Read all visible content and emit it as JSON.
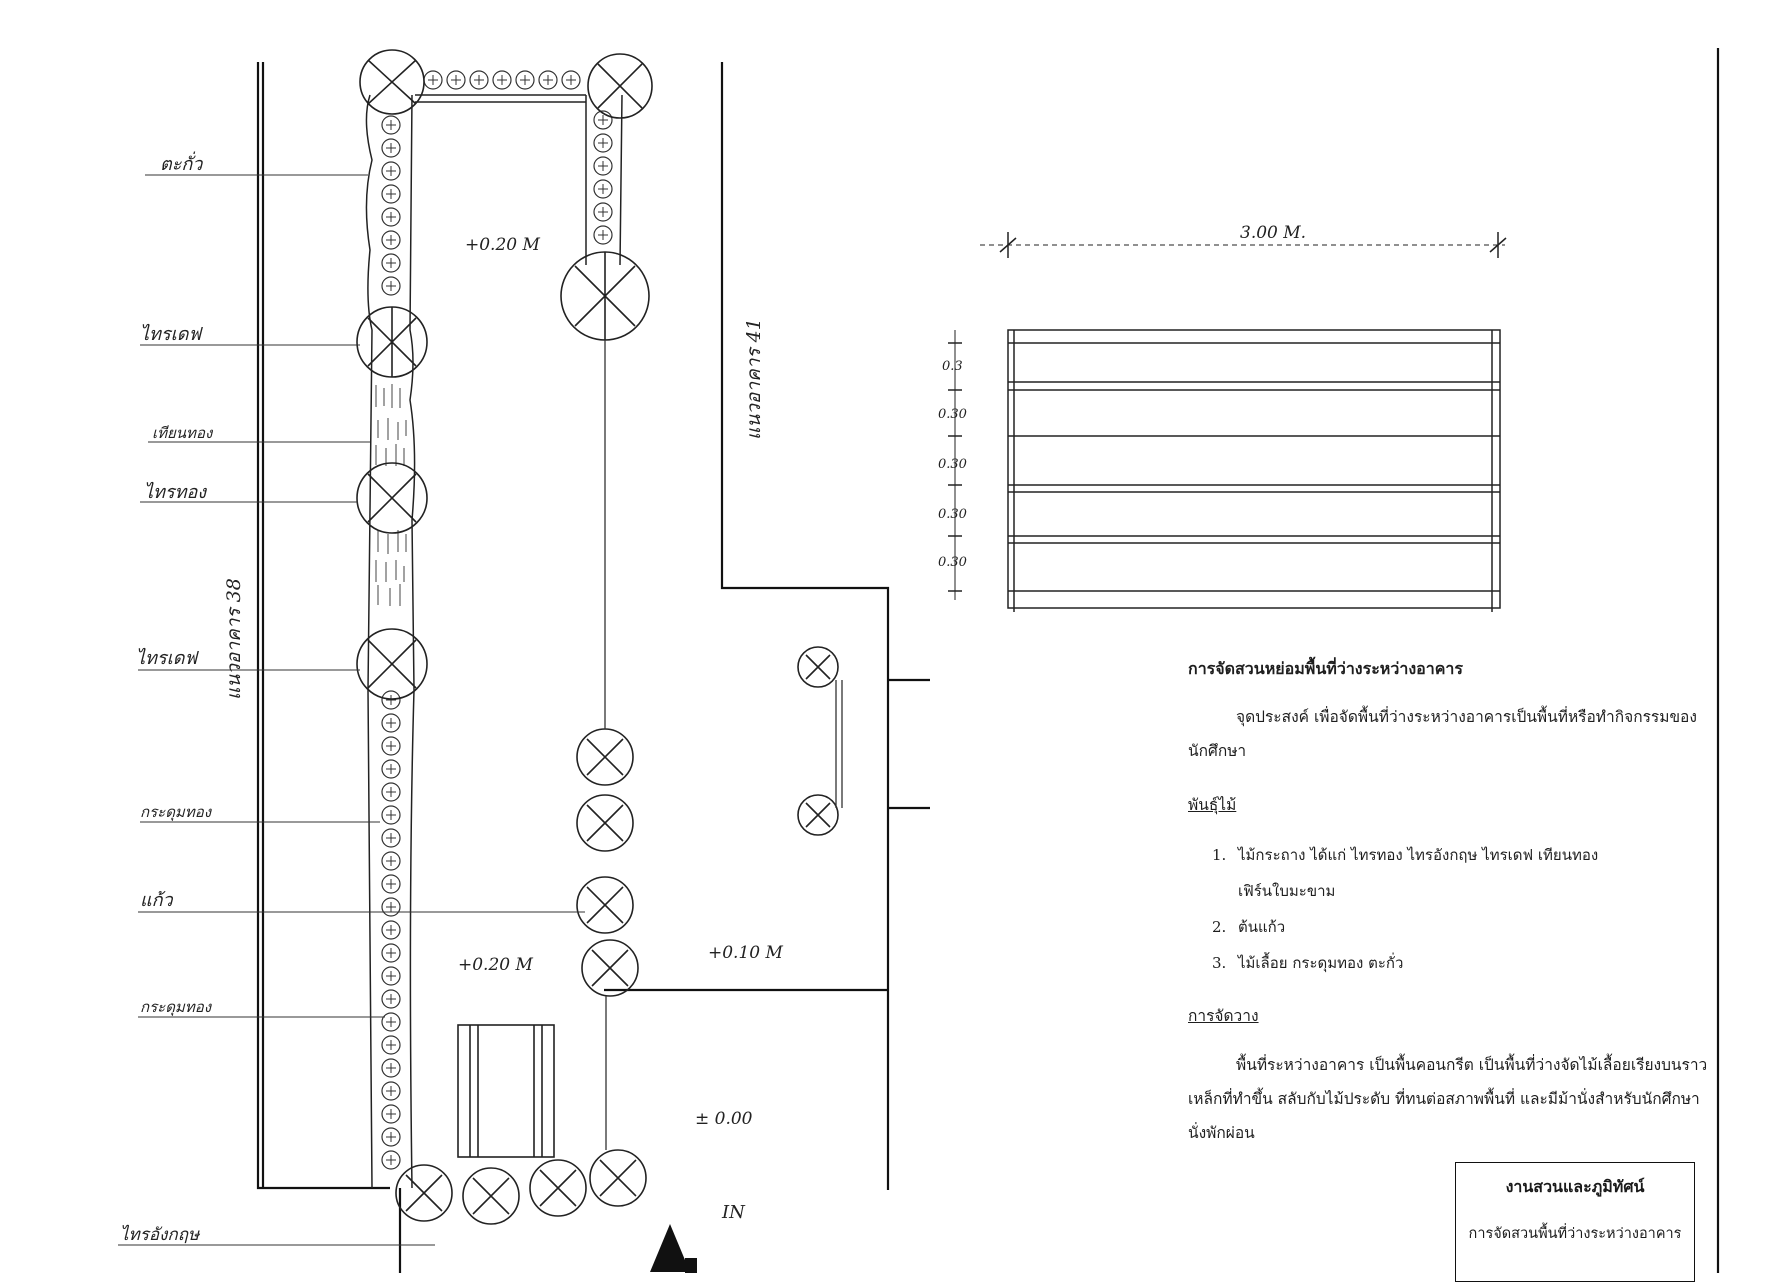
{
  "plan": {
    "labels": {
      "takua": "ตะกั่ว",
      "tridaep_1": "ไทรเดฟ",
      "thian_thong": "เทียนทอง",
      "trithong": "ไทรทอง",
      "tridaep_2": "ไทรเดฟ",
      "kradum_thong_1": "กระดุมทอง",
      "kaew": "แก้ว",
      "kradum_thong_2": "กระดุมทอง",
      "tri_angkrit": "ไทรอังกฤษ"
    },
    "building_38": "แนวอาคาร 38",
    "building_41": "แนวอาคาร 41",
    "levels": {
      "upper": "+0.20 M",
      "middle": "+0.20 M",
      "right": "+0.10 M",
      "ground": "± 0.00"
    },
    "north_label": "IN"
  },
  "detail": {
    "width_label": "3.00 M.",
    "spacings": [
      "0.3",
      "0.30",
      "0.30",
      "0.30",
      "0.30"
    ]
  },
  "notes": {
    "title": "การจัดสวนหย่อมพื้นที่ว่างระหว่างอาคาร",
    "purpose": "จุดประสงค์ เพื่อจัดพื้นที่ว่างระหว่างอาคารเป็นพื้นที่หรือทำกิจกรรมของนักศึกษา",
    "plants_heading": "พันธุ์ไม้",
    "plants": [
      {
        "num": "1.",
        "text": "ไม้กระถาง ได้แก่ ไทรทอง ไทรอังกฤษ ไทรเดฟ เทียนทอง",
        "cont": "เฟิร์นใบมะขาม"
      },
      {
        "num": "2.",
        "text": "ต้นแก้ว"
      },
      {
        "num": "3.",
        "text": "ไม้เลื้อย กระดุมทอง ตะกั่ว"
      }
    ],
    "layout_heading": "การจัดวาง",
    "layout_text": "พื้นที่ระหว่างอาคาร เป็นพื้นคอนกรีต เป็นพื้นที่ว่างจัดไม้เลื้อยเรียงบนราวเหล็กที่ทำขึ้น สลับกับไม้ประดับ ที่ทนต่อสภาพพื้นที่ และมีม้านั่งสำหรับนักศึกษานั่งพักผ่อน"
  },
  "title_block": {
    "title": "งานสวนและภูมิทัศน์",
    "subtitle": "การจัดสวนพื้นที่ว่างระหว่างอาคาร"
  }
}
